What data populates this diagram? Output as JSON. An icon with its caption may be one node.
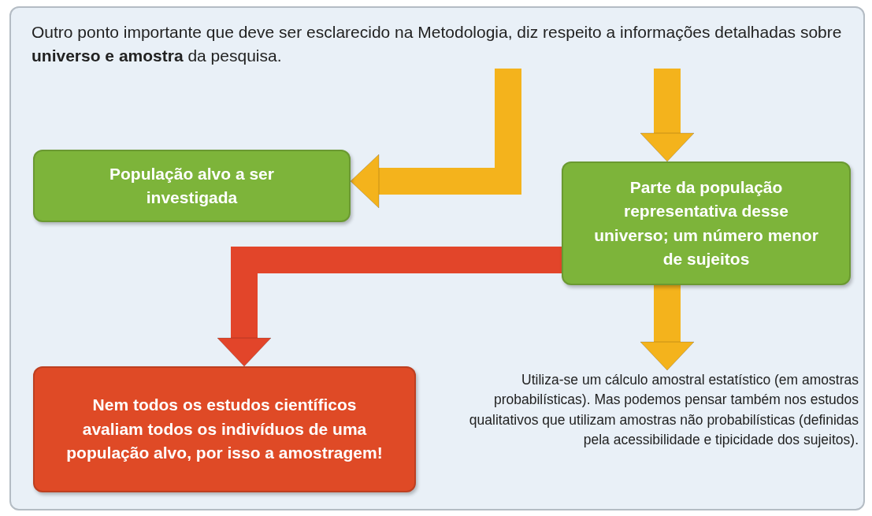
{
  "diagram": {
    "nodes": [
      {
        "text": [
          "Outro ponto importante que deve ser esclarecido na Metodologia, diz respeito a informações detalhadas sobre **universo e amostra** da pesquisa."
        ]
      },
      {
        "text": [
          "População alvo a ser investigada"
        ]
      },
      {
        "text": [
          "Parte da população representativa desse universo; um número menor de sujeitos"
        ]
      },
      {
        "text": [
          "Nem todos os estudos científicos avaliam todos os indivíduos de uma população alvo, por isso a amostragem!"
        ]
      },
      {
        "text": [
          "Utiliza-se um cálculo amostral estatístico (em amostras probabilísticas). Mas podemos pensar também nos estudos qualitativos que utilizam amostras não probabilísticas (definidas pela acessibilidade e tipicidade dos sujeitos)."
        ]
      }
    ],
    "edges": [
      {
        "from": 0,
        "to": 1,
        "arrow": "to"
      },
      {
        "from": 0,
        "to": 2,
        "arrow": "to"
      },
      {
        "from": 2,
        "to": 3,
        "arrow": "to",
        "color": "#e2452a"
      },
      {
        "from": 2,
        "to": 4,
        "arrow": "to"
      }
    ]
  }
}
